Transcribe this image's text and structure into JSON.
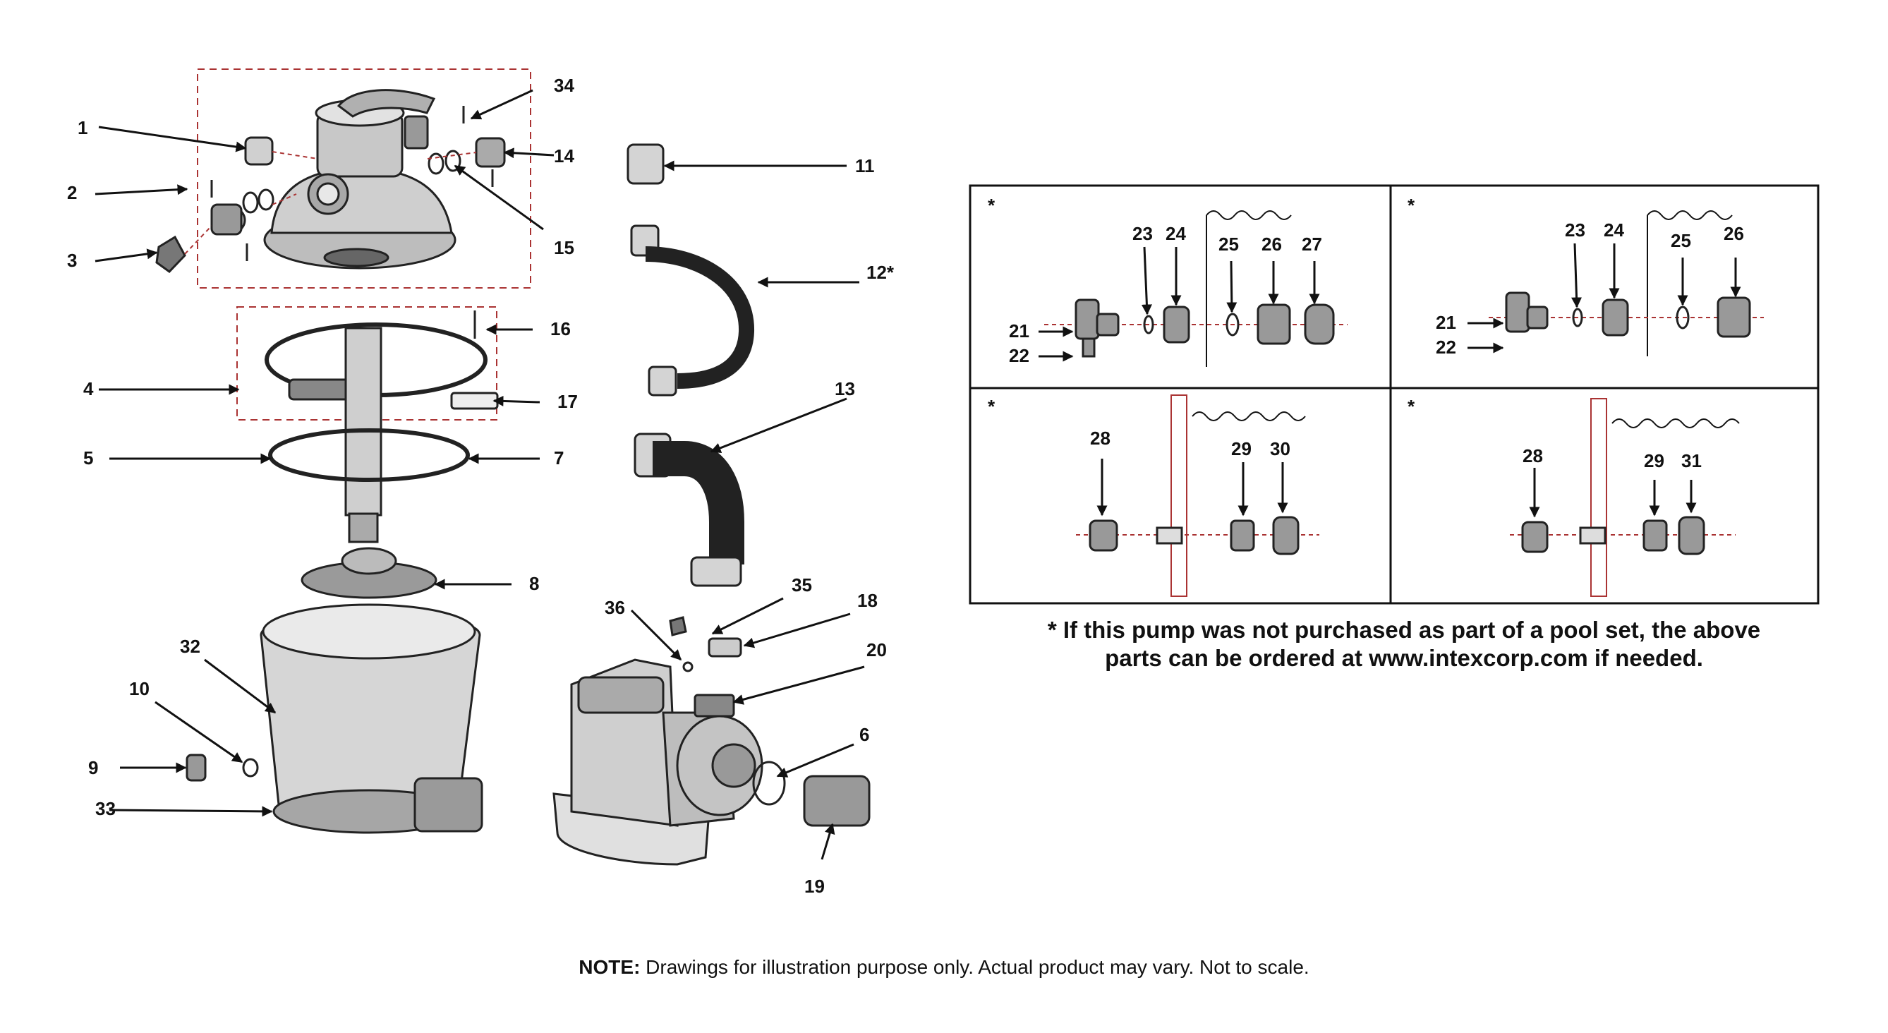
{
  "labels": {
    "p1": "1",
    "p2": "2",
    "p3": "3",
    "p4": "4",
    "p5": "5",
    "p6": "6",
    "p7": "7",
    "p8": "8",
    "p9": "9",
    "p10": "10",
    "p11": "11",
    "p12": "12*",
    "p13": "13",
    "p14": "14",
    "p15": "15",
    "p16": "16",
    "p17": "17",
    "p18": "18",
    "p19": "19",
    "p20": "20",
    "p32": "32",
    "p33": "33",
    "p34": "34",
    "p35": "35",
    "p36": "36"
  },
  "inset": {
    "star": "*",
    "tl": {
      "p21": "21",
      "p22": "22",
      "p23": "23",
      "p24": "24",
      "p25": "25",
      "p26": "26",
      "p27": "27"
    },
    "tr": {
      "p21": "21",
      "p22": "22",
      "p23": "23",
      "p24": "24",
      "p25": "25",
      "p26": "26"
    },
    "bl": {
      "p28": "28",
      "p29": "29",
      "p30": "30"
    },
    "br": {
      "p28": "28",
      "p29": "29",
      "p31": "31"
    }
  },
  "footnote": {
    "line1": "* If this pump was not purchased as part of a pool set, the above",
    "line2": "parts can be ordered at www.intexcorp.com if needed."
  },
  "note": {
    "prefix": "NOTE:",
    "text": " Drawings for illustration purpose only. Actual product may vary. Not to scale."
  }
}
